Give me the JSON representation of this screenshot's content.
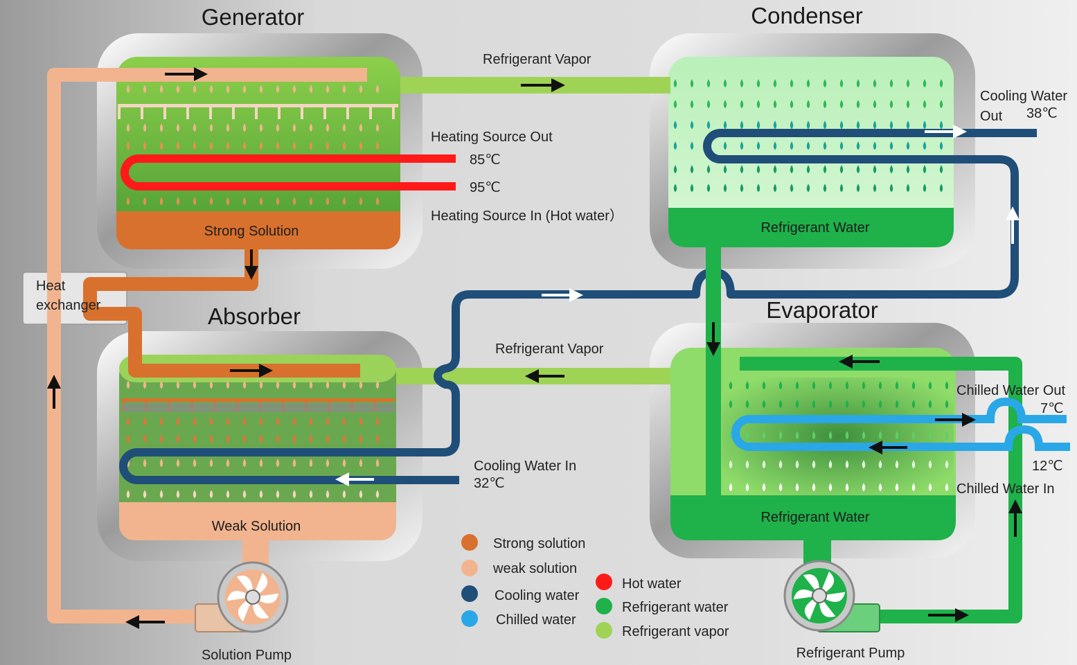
{
  "components": {
    "generator": "Generator",
    "condenser": "Condenser",
    "absorber": "Absorber",
    "evaporator": "Evaporator",
    "heat_exchanger_line1": "Heat",
    "heat_exchanger_line2": "exchanger",
    "solution_pump": "Solution Pump",
    "refrigerant_pump": "Refrigerant Pump"
  },
  "chamber_contents": {
    "generator": "Strong Solution",
    "condenser": "Refrigerant Water",
    "absorber": "Weak Solution",
    "evaporator": "Refrigerant Water"
  },
  "flow_labels": {
    "vapor_top": "Refrigerant Vapor",
    "vapor_bottom": "Refrigerant Vapor",
    "heating_out": "Heating Source Out",
    "heating_out_temp": "85℃",
    "heating_in_temp": "95℃",
    "heating_in": "Heating Source In (Hot water）",
    "cooling_out_line1": "Cooling Water",
    "cooling_out_line2": "Out",
    "cooling_out_temp": "38℃",
    "cooling_in": "Cooling Water In",
    "cooling_in_temp": "32℃",
    "chilled_out": "Chilled Water Out",
    "chilled_out_temp": "7℃",
    "chilled_in_temp": "12℃",
    "chilled_in": "Chilled Water In"
  },
  "legend": [
    {
      "label": "Strong solution",
      "color": "#d8712d"
    },
    {
      "label": "weak solution",
      "color": "#f2b48e"
    },
    {
      "label": "Cooling water",
      "color": "#1f4e79"
    },
    {
      "label": "Chilled water",
      "color": "#2aa7e6"
    },
    {
      "label": "Hot water",
      "color": "#ff1a1a"
    },
    {
      "label": "Refrigerant water",
      "color": "#1fb14a"
    },
    {
      "label": "Refrigerant vapor",
      "color": "#9fd356"
    }
  ],
  "colors": {
    "strong_solution": "#d8712d",
    "weak_solution": "#f2b48e",
    "cooling_water": "#1f4e79",
    "chilled_water": "#2aa7e6",
    "hot_water": "#ff1a1a",
    "refrigerant_water": "#1fb14a",
    "refrigerant_vapor": "#9fd356"
  }
}
